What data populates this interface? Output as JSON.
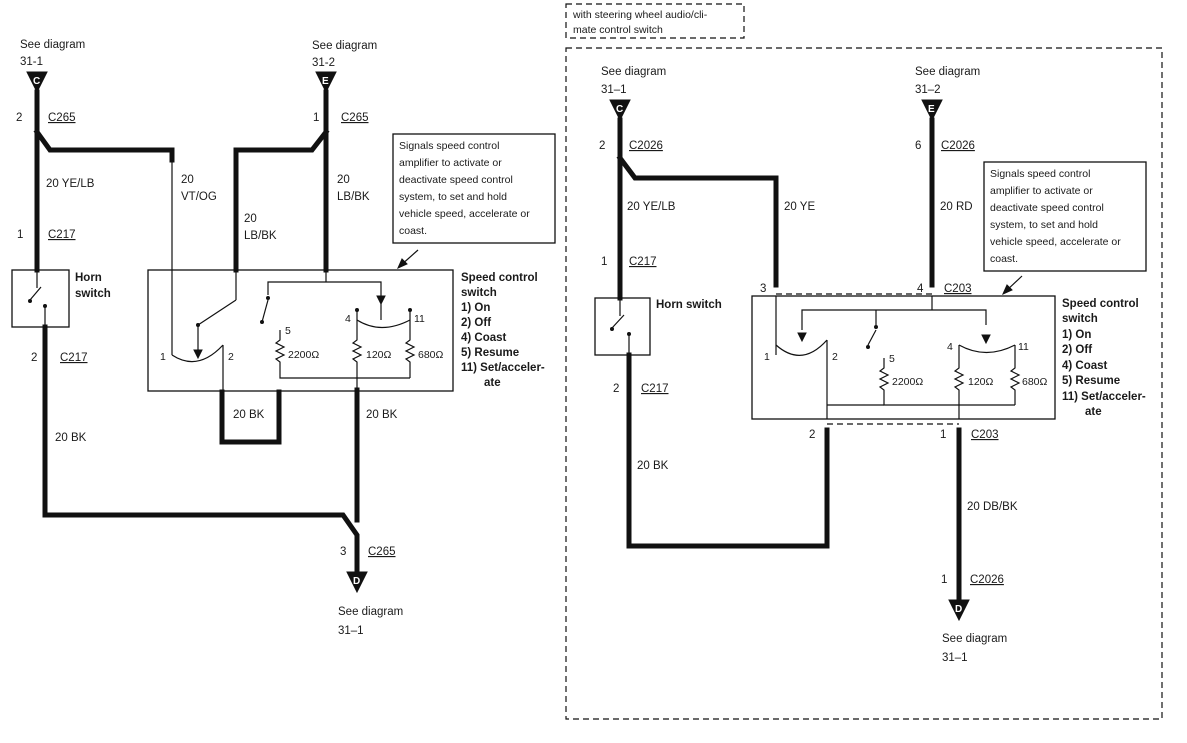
{
  "left": {
    "top_left": {
      "ref": "See diagram",
      "page": "31-1",
      "letter": "C"
    },
    "top_right": {
      "ref": "See diagram",
      "page": "31-2",
      "letter": "E"
    },
    "bottom": {
      "ref": "See diagram",
      "page": "31–1",
      "letter": "D"
    },
    "conn_c265_a": {
      "pin": "2",
      "name": "C265"
    },
    "conn_c265_b": {
      "pin": "1",
      "name": "C265"
    },
    "conn_c217_a": {
      "pin": "1",
      "name": "C217"
    },
    "conn_c217_b": {
      "pin": "2",
      "name": "C217"
    },
    "conn_c265_c": {
      "pin": "3",
      "name": "C265"
    },
    "wire_ye_lb": "20 YE/LB",
    "wire_vt_og_1": "20",
    "wire_vt_og_2": "VT/OG",
    "wire_lb_bk_a1": "20",
    "wire_lb_bk_a2": "LB/BK",
    "wire_lb_bk_b1": "20",
    "wire_lb_bk_b2": "LB/BK",
    "wire_bk_loop": "20 BK",
    "wire_bk_right": "20 BK",
    "wire_bk_left": "20 BK",
    "horn_1": "Horn",
    "horn_2": "switch",
    "note": [
      "Signals speed control",
      "amplifier to activate or",
      "deactivate speed control",
      "system, to set and hold",
      "vehicle speed, accelerate or",
      "coast."
    ],
    "pins": {
      "p1": "1",
      "p2": "2",
      "p4": "4",
      "p5": "5",
      "p11": "11"
    },
    "resistors": {
      "r1": "2200Ω",
      "r2": "120Ω",
      "r3": "680Ω"
    }
  },
  "legend": {
    "title1": "Speed control",
    "title2": "switch",
    "items": [
      "1)  On",
      "2)  Off",
      "4)  Coast",
      "5)  Resume",
      "11) Set/acceler-",
      "ate"
    ]
  },
  "right": {
    "label_1": "with steering wheel audio/cli-",
    "label_2": "mate control switch",
    "top_left": {
      "ref": "See diagram",
      "page": "31–1",
      "letter": "C"
    },
    "top_right": {
      "ref": "See diagram",
      "page": "31–2",
      "letter": "E"
    },
    "bottom": {
      "ref": "See diagram",
      "page": "31–1",
      "letter": "D"
    },
    "conn_c2026_a": {
      "pin": "2",
      "name": "C2026"
    },
    "conn_c2026_b": {
      "pin": "6",
      "name": "C2026"
    },
    "conn_c217_a": {
      "pin": "1",
      "name": "C217"
    },
    "conn_c217_b": {
      "pin": "2",
      "name": "C217"
    },
    "conn_c203_a": {
      "pin": "3"
    },
    "conn_c203_b": {
      "pin": "4",
      "name": "C203"
    },
    "conn_c203_c": {
      "pin": "2"
    },
    "conn_c203_d": {
      "pin": "1",
      "name": "C203"
    },
    "conn_c2026_c": {
      "pin": "1",
      "name": "C2026"
    },
    "wire_ye_lb": "20 YE/LB",
    "wire_ye": "20 YE",
    "wire_rd": "20 RD",
    "wire_bk": "20 BK",
    "wire_db_bk": "20 DB/BK",
    "horn": "Horn switch",
    "note": [
      "Signals speed control",
      "amplifier to activate or",
      "deactivate speed control",
      "system, to set and hold",
      "vehicle speed, accelerate or",
      "coast."
    ],
    "pins": {
      "p1": "1",
      "p2": "2",
      "p4": "4",
      "p5": "5",
      "p11": "11"
    },
    "resistors": {
      "r1": "2200Ω",
      "r2": "120Ω",
      "r3": "680Ω"
    }
  }
}
